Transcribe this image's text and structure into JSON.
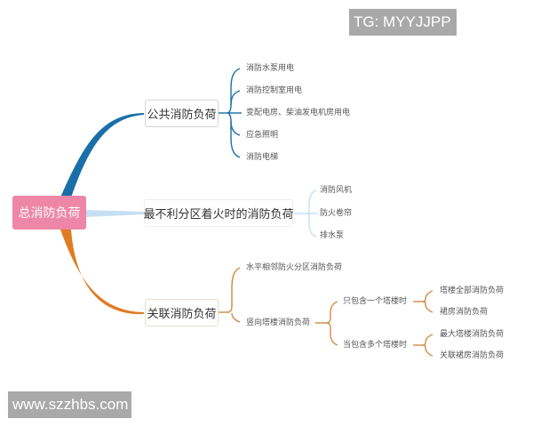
{
  "root": {
    "label": "总消防负荷",
    "color": "#ee86a7"
  },
  "branches": [
    {
      "label": "公共消防负荷",
      "color": "#1a6fa8",
      "children": [
        {
          "label": "消防水泵用电"
        },
        {
          "label": "消防控制室用电"
        },
        {
          "label": "变配电房、柴油发电机房用电"
        },
        {
          "label": "应急照明"
        },
        {
          "label": "消防电梯"
        }
      ]
    },
    {
      "label": "最不利分区着火时的消防负荷",
      "color": "#bcd7ee",
      "children": [
        {
          "label": "消防风机"
        },
        {
          "label": "防火卷帘"
        },
        {
          "label": "排水泵"
        }
      ]
    },
    {
      "label": "关联消防负荷",
      "color": "#e07b25",
      "children": [
        {
          "label": "水平相邻防火分区消防负荷"
        },
        {
          "label": "竖向塔楼消防负荷",
          "children": [
            {
              "label": "只包含一个塔楼时",
              "children": [
                {
                  "label": "塔楼全部消防负荷"
                },
                {
                  "label": "裙房消防负荷"
                }
              ]
            },
            {
              "label": "当包含多个塔楼时",
              "children": [
                {
                  "label": "最大塔楼消防负荷"
                },
                {
                  "label": "关联裙房消防负荷"
                }
              ]
            }
          ]
        }
      ]
    }
  ],
  "watermarks": {
    "top_right": "TG: MYYJJPP",
    "bottom_left": "www.szzhbs.com"
  }
}
